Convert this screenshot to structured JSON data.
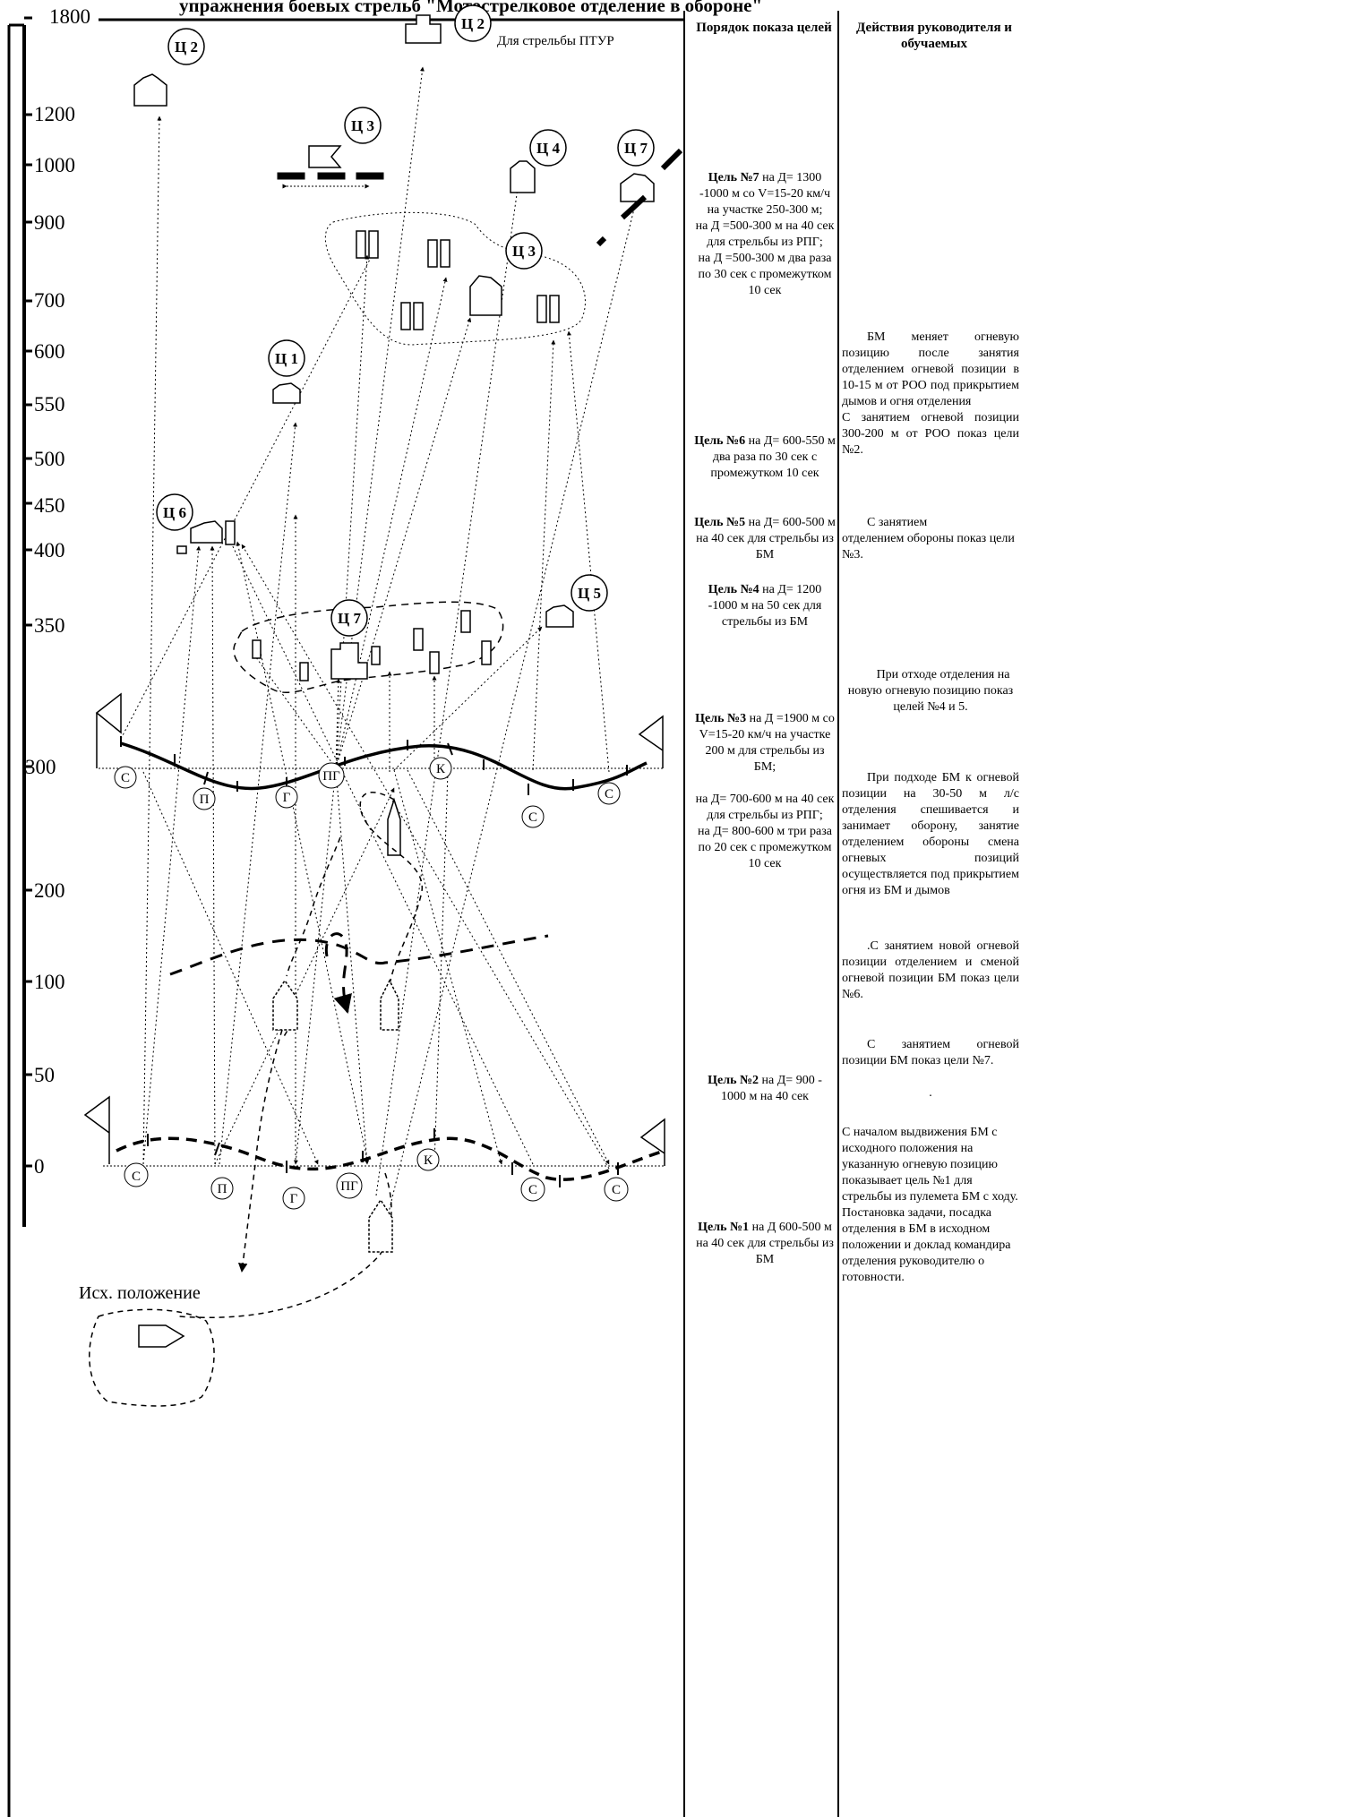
{
  "title": "упражнения боевых стрельб \"Мотострелковое отделение в обороне\"",
  "scale_labels": [
    "1800",
    "1200",
    "1000",
    "900",
    "700",
    "600",
    "550",
    "500",
    "450",
    "400",
    "350",
    "300",
    "200",
    "100",
    "50",
    "0"
  ],
  "diagram": {
    "ptur_note": "Для стрельбы ПТУР",
    "start_label": "Исх. положение",
    "targets": [
      "Ц 2",
      "Ц 2",
      "Ц 3",
      "Ц 3",
      "Ц 4",
      "Ц 7",
      "Ц 1",
      "Ц 6",
      "Ц 7",
      "Ц 5"
    ],
    "position_markers_300": [
      "С",
      "П",
      "Г",
      "ПГ",
      "К",
      "С",
      "С"
    ],
    "position_markers_0": [
      "С",
      "П",
      "Г",
      "ПГ",
      "К",
      "С",
      "С"
    ]
  },
  "columns": {
    "order_header": "Порядок показа целей",
    "actions_header": "Действия руководителя и обучаемых"
  },
  "order_entries": [
    {
      "lead": "Цель №7",
      "text": " на Д= 1300 -1000 м со V=15-20 км/ч на участке 250-300 м;\nна Д =500-300 м на 40 сек для стрельбы из РПГ;\nна Д =500-300 м два раза по 30 сек с промежутком 10 сек"
    },
    {
      "lead": "Цель №6",
      "text": " на Д= 600-550 м два раза по 30 сек с промежутком 10 сек"
    },
    {
      "lead": "Цель №5",
      "text": " на Д= 600-500 м на 40 сек для стрельбы из БМ"
    },
    {
      "lead": "Цель №4",
      "text": " на Д= 1200 -1000 м на 50 сек для стрельбы из БМ"
    },
    {
      "lead": "Цель №3",
      "text": " на Д =1900 м со V=15-20 км/ч на участке 200 м для стрельбы из БМ;\n\nна Д= 700-600 м на 40 сек для стрельбы из РПГ;\nна Д= 800-600 м три раза по 20 сек с промежутком 10 сек"
    },
    {
      "lead": "Цель №2",
      "text": " на Д= 900 - 1000 м на 40 сек"
    },
    {
      "lead": "Цель №1",
      "text": " на Д 600-500 м на 40 сек для стрельбы из БМ"
    }
  ],
  "action_entries": [
    "БМ меняет огневую позицию после занятия отделением огневой позиции в 10-15 м от РОО под прикрытием дымов и огня отделения\nС занятием огневой позиции 300-200 м от РОО показ цели №2.",
    "С занятием\nотделением обороны показ цели №3.",
    "При отходе отделения на новую огневую позицию показ целей №4 и 5.",
    "При подходе БМ к огневой позиции на 30-50 м л/с отделения спешивается и занимает оборону, занятие отделением обороны смена огневых позиций осуществляется под прикрытием огня из БМ и дымов",
    ".С занятием новой огневой позиции отделением и сменой огневой позиции БМ показ цели №6.",
    "С занятием огневой позиции БМ показ цели №7.",
    ".",
    "С началом выдвижения БМ с исходного положения на указанную огневую позицию показывает цель №1 для стрельбы из пулемета БМ с ходу. Постановка задачи, посадка отделения в БМ в исходном положении и доклад командира отделения руководителю о готовности."
  ]
}
